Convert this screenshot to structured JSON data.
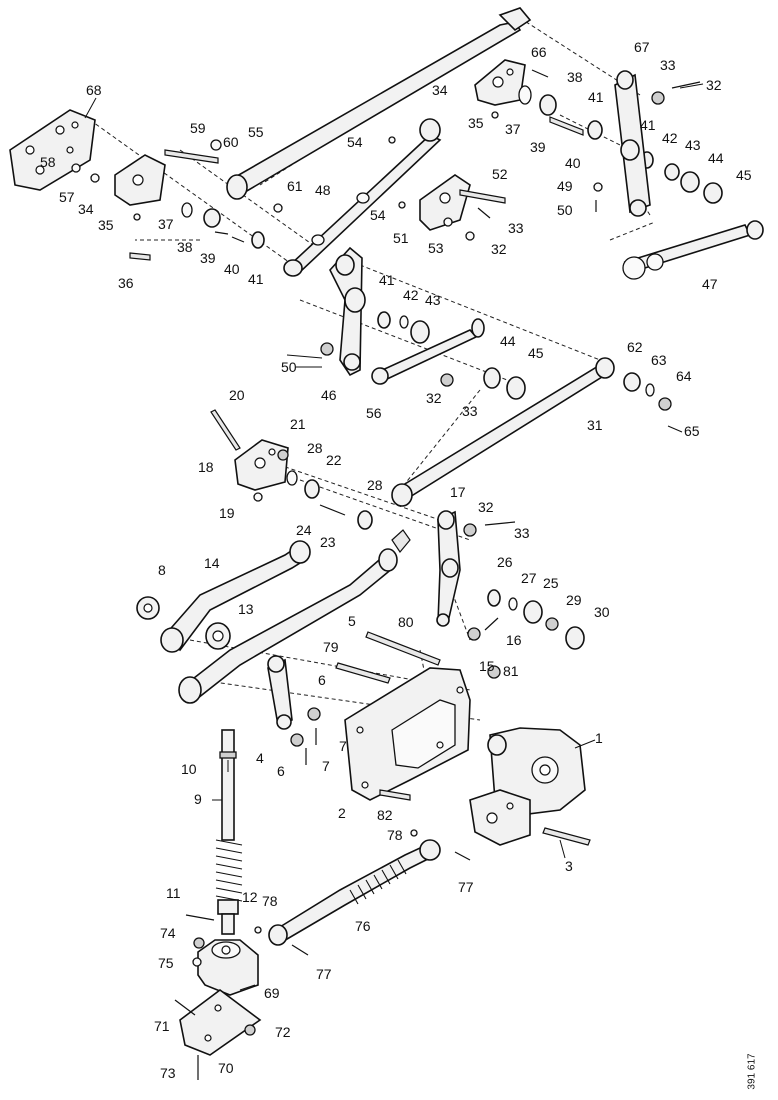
{
  "drawing_ref": "391 617",
  "labels": {
    "1": "1",
    "2": "2",
    "3": "3",
    "4": "4",
    "5": "5",
    "6": "6",
    "7": "7",
    "8": "8",
    "9": "9",
    "10": "10",
    "11": "11",
    "12": "12",
    "13": "13",
    "14": "14",
    "15": "15",
    "16": "16",
    "17": "17",
    "18": "18",
    "19": "19",
    "20": "20",
    "21": "21",
    "22": "22",
    "23": "23",
    "24": "24",
    "25": "25",
    "26": "26",
    "27": "27",
    "28": "28",
    "29": "29",
    "30": "30",
    "31": "31",
    "32": "32",
    "33": "33",
    "34": "34",
    "35": "35",
    "36": "36",
    "37": "37",
    "38": "38",
    "39": "39",
    "40": "40",
    "41": "41",
    "42": "42",
    "43": "43",
    "44": "44",
    "45": "45",
    "46": "46",
    "47": "47",
    "48": "48",
    "49": "49",
    "50": "50",
    "51": "51",
    "52": "52",
    "53": "53",
    "54": "54",
    "55": "55",
    "56": "56",
    "57": "57",
    "58": "58",
    "59": "59",
    "60": "60",
    "61": "61",
    "62": "62",
    "63": "63",
    "64": "64",
    "65": "65",
    "66": "66",
    "67": "67",
    "68": "68",
    "69": "69",
    "70": "70",
    "71": "71",
    "72": "72",
    "73": "73",
    "74": "74",
    "75": "75",
    "76": "76",
    "77": "77",
    "78": "78",
    "79": "79",
    "80": "80",
    "81": "81",
    "82": "82"
  }
}
